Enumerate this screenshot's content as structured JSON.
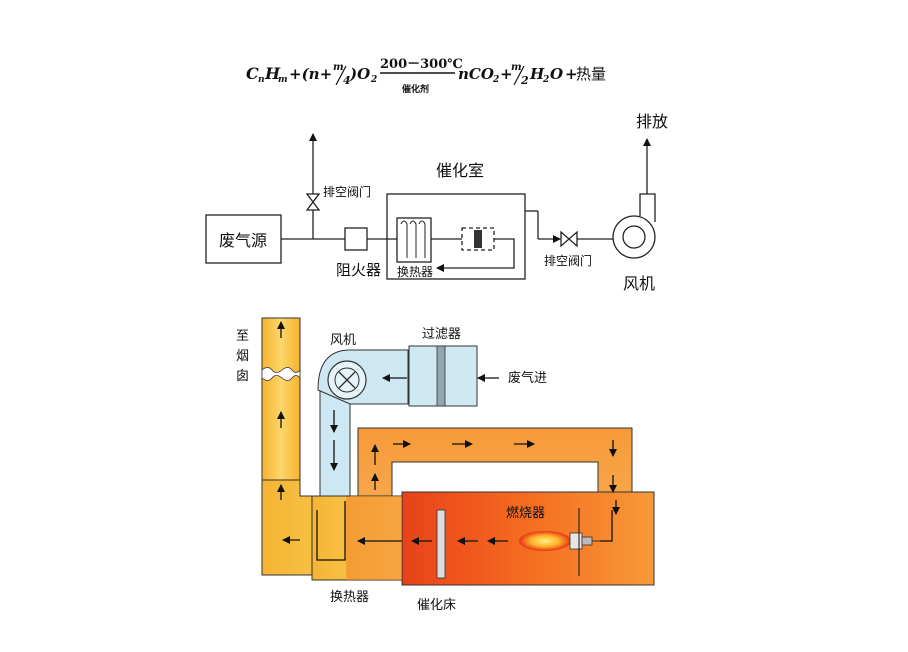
{
  "equation": {
    "c": "C",
    "n_sub": "n",
    "h": "H",
    "m_sub": "m",
    "plus1": "+(n+",
    "m_frac_num": "m",
    "m_frac_den": "4",
    "o2_close": ")O",
    "o2_sub": "2",
    "temp": "200－300℃",
    "catalyst": "催化剂",
    "nco2": "nCO",
    "co2_sub": "2",
    "plus2": "+",
    "m2_num": "m",
    "m2_den": "2",
    "h2o_h": "H",
    "h2o_sub": "2",
    "h2o_o": "O",
    "plus3": "+",
    "heat": "热量"
  },
  "top_diagram": {
    "waste_gas_source": "废气源",
    "vent_valve_left": "排空阀门",
    "flame_arrester": "阻火器",
    "catalytic_chamber": "催化室",
    "heat_exchanger": "换热器",
    "vent_valve_right": "排空阀门",
    "fan": "风机",
    "discharge": "排放"
  },
  "bottom_diagram": {
    "to_chimney": [
      "至",
      "烟",
      "囱"
    ],
    "fan": "风机",
    "filter": "过滤器",
    "waste_gas_in": "废气进",
    "burner": "燃烧器",
    "heat_exchanger": "换热器",
    "catalytic_bed": "催化床"
  },
  "colors": {
    "yellow_duct": "#f7c23a",
    "orange_chamber": "#f26b1d",
    "orange_light": "#f8a640",
    "blue_duct": "#cde8f2",
    "line": "#222222"
  }
}
